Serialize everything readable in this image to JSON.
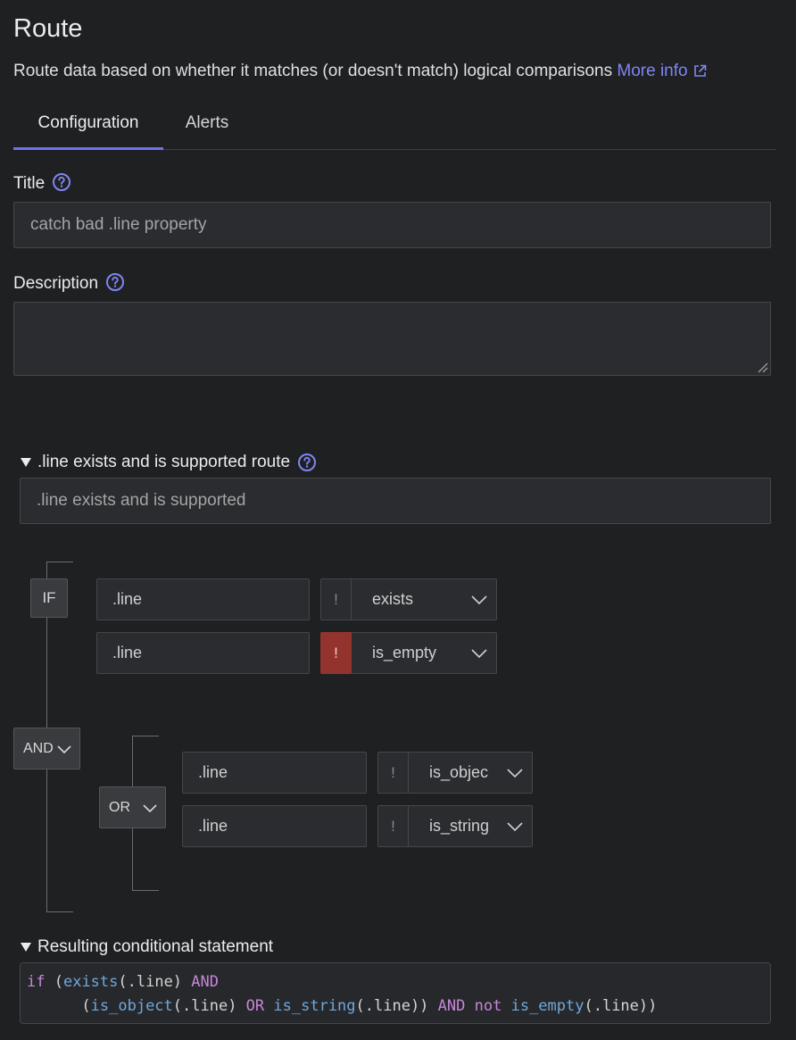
{
  "header": {
    "title": "Route",
    "description": "Route data based on whether it matches (or doesn't match) logical comparisons",
    "more_info": "More info"
  },
  "tabs": [
    {
      "label": "Configuration",
      "active": true
    },
    {
      "label": "Alerts",
      "active": false
    }
  ],
  "form": {
    "title_label": "Title",
    "title_value": "catch bad .line property",
    "description_label": "Description",
    "description_value": ""
  },
  "route": {
    "heading": ".line exists and is supported route",
    "name_value": ".line exists and is supported",
    "if_label": "IF",
    "and_label": "AND",
    "or_label": "OR",
    "conditions": [
      {
        "field": ".line",
        "negate": false,
        "not_symbol": "!",
        "op": "exists"
      },
      {
        "field": ".line",
        "negate": true,
        "not_symbol": "!",
        "op": "is_empty"
      }
    ],
    "or_conditions": [
      {
        "field": ".line",
        "negate": false,
        "not_symbol": "!",
        "op": "is_object"
      },
      {
        "field": ".line",
        "negate": false,
        "not_symbol": "!",
        "op": "is_string"
      }
    ]
  },
  "result": {
    "heading": "Resulting conditional statement",
    "tokens": {
      "if": "if",
      "open": " (",
      "exists": "exists",
      "arg1": "(.line) ",
      "and1": "AND",
      "indent": "      (",
      "is_object": "is_object",
      "arg2": "(.line) ",
      "or": "OR",
      "sp": " ",
      "is_string": "is_string",
      "arg3": "(.line)) ",
      "and2": "AND",
      "sp2": " ",
      "not": "not",
      "sp3": " ",
      "is_empty": "is_empty",
      "arg4": "(.line))"
    }
  },
  "colors": {
    "accent": "#6f72ea",
    "link": "#7f86f2",
    "negate_active": "#93332e",
    "keyword": "#c586d8",
    "function": "#6fa8dc"
  }
}
